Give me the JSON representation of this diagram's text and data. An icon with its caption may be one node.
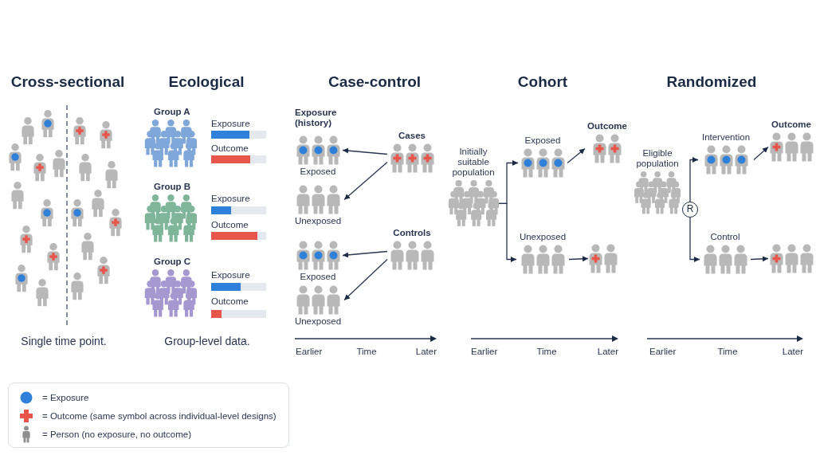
{
  "diagram": {
    "nodes": [
      {
        "text": [
          "Exposed"
        ]
      },
      {
        "text": [
          "Unexposed"
        ]
      },
      {
        "text": [
          "Cases"
        ]
      },
      {
        "text": [
          "Exposed"
        ]
      },
      {
        "text": [
          "Unexposed"
        ]
      },
      {
        "text": [
          "Controls"
        ]
      },
      {
        "text": [
          "Initially suitable population"
        ]
      },
      {
        "text": [
          "Exposed"
        ]
      },
      {
        "text": [
          "Unexposed"
        ]
      },
      {
        "text": [
          "Outcome"
        ]
      },
      {
        "text": [],
        "shape": "person"
      },
      {
        "text": [
          "Eligible population"
        ]
      },
      {
        "text": [
          "R"
        ]
      },
      {
        "text": [
          "Intervention"
        ]
      },
      {
        "text": [
          "Control"
        ]
      },
      {
        "text": [
          "Outcome"
        ]
      },
      {
        "text": [],
        "shape": "person"
      }
    ],
    "edges": [
      {
        "from": 2,
        "to": 0,
        "arrow": "to"
      },
      {
        "from": 2,
        "to": 1,
        "arrow": "to"
      },
      {
        "from": 5,
        "to": 3,
        "arrow": "to"
      },
      {
        "from": 5,
        "to": 4,
        "arrow": "to"
      },
      {
        "from": 6,
        "to": 7,
        "arrow": "to"
      },
      {
        "from": 6,
        "to": 8,
        "arrow": "to"
      },
      {
        "from": 7,
        "to": 9,
        "arrow": "to"
      },
      {
        "from": 8,
        "to": 10,
        "arrow": "to"
      },
      {
        "from": 12,
        "to": 13,
        "arrow": "to"
      },
      {
        "from": 12,
        "to": 14,
        "arrow": "to"
      },
      {
        "from": 13,
        "to": 15,
        "arrow": "to"
      },
      {
        "from": 14,
        "to": 16,
        "arrow": "to"
      }
    ],
    "labels": [
      "Cross-sectional",
      "Ecological",
      "Case-control",
      "Cohort",
      "Randomized",
      "Group A",
      "Exposure",
      "Outcome",
      "Group B",
      "Exposure",
      "Outcome",
      "Group C",
      "Exposure",
      "Outcome",
      "Single time point.",
      "Group-level data.",
      "Exposure (history)",
      "Earlier",
      "Time",
      "Later",
      "Earlier",
      "Time",
      "Later",
      "Earlier",
      "Time",
      "Later"
    ],
    "legend": [
      {
        "text": "= Exposure",
        "color": "#2f80d8"
      },
      {
        "text": "= Outcome (same symbol across individual-level designs)",
        "color": "#e8554a"
      },
      {
        "text": "= Person (no exposure, no outcome)"
      }
    ]
  }
}
